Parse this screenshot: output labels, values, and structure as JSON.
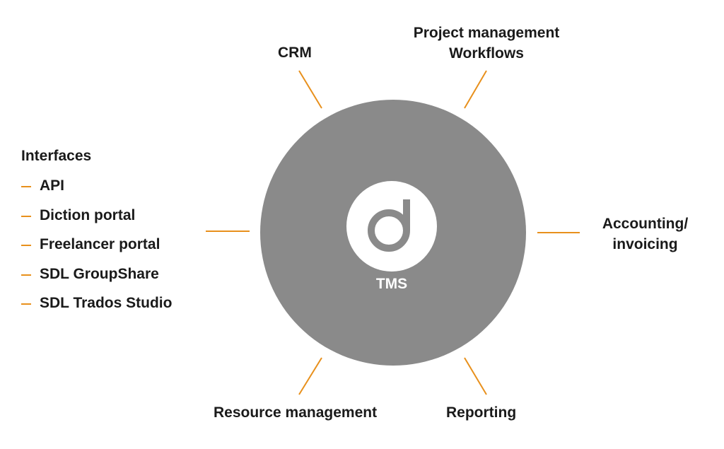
{
  "hub": {
    "label": "TMS",
    "logo_icon": "diction-d-logo-icon",
    "fill_color": "#8a8a8a"
  },
  "accent_color": "#e8901c",
  "nodes": {
    "crm": "CRM",
    "project_line1": "Project management",
    "project_line2": "Workflows",
    "accounting_line1": "Accounting/",
    "accounting_line2": "invoicing",
    "reporting": "Reporting",
    "resource": "Resource management"
  },
  "interfaces": {
    "title": "Interfaces",
    "items": [
      "API",
      "Diction portal",
      "Freelancer portal",
      "SDL GroupShare",
      "SDL Trados Studio"
    ]
  }
}
